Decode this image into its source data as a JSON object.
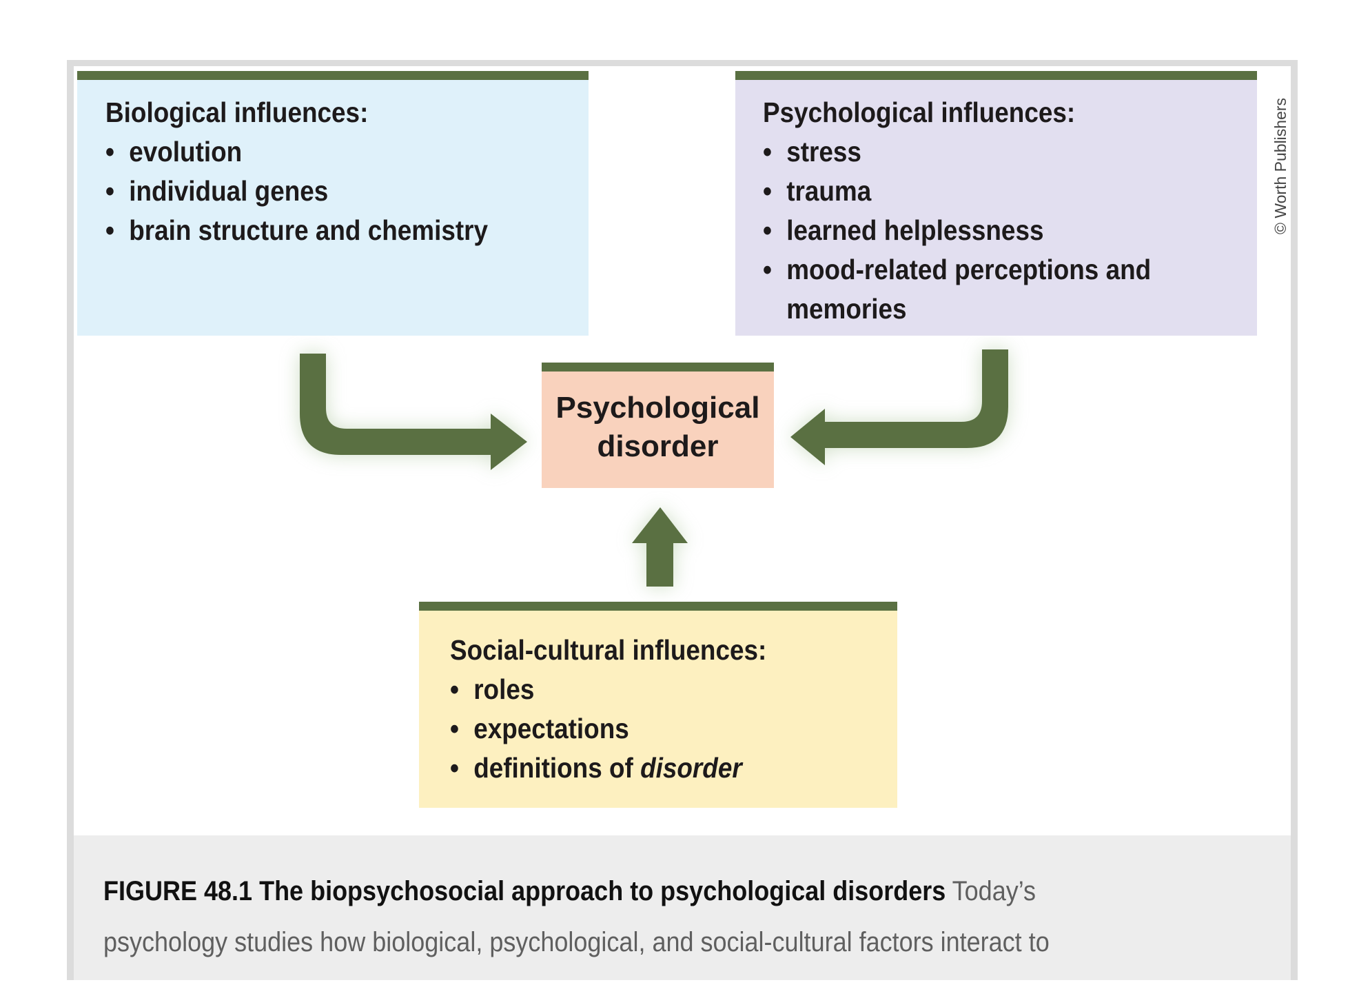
{
  "figure": {
    "boxes": {
      "biological": {
        "title": "Biological influences:",
        "bullet": "•",
        "items": [
          "evolution",
          "individual genes",
          "brain structure and chemistry"
        ]
      },
      "psychological": {
        "title": "Psychological influences:",
        "bullet": "•",
        "items": [
          "stress",
          "trauma",
          "learned helplessness",
          "mood-related perceptions and memories"
        ]
      },
      "center": {
        "line1": "Psychological",
        "line2": "disorder"
      },
      "social": {
        "title": "Social-cultural influences:",
        "bullet": "•",
        "items": [
          "roles",
          "expectations"
        ],
        "last_item_prefix": "definitions of ",
        "last_item_italic": "disorder"
      }
    },
    "arrows": [
      {
        "from": "biological",
        "to": "center"
      },
      {
        "from": "psychological",
        "to": "center"
      },
      {
        "from": "social",
        "to": "center"
      }
    ],
    "copyright": "© Worth Publishers",
    "colors": {
      "accent_green": "#5a7042",
      "biological_fill": "#dff1fa",
      "psychological_fill": "#e2dff0",
      "center_fill": "#f9d2bd",
      "social_fill": "#fdf0c0"
    }
  },
  "caption": {
    "label": "FIGURE 48.1 The biopsychosocial approach to psychological disorders",
    "text_line1": " Today’s",
    "text_line2": "psychology studies how biological, psychological, and social-cultural factors interact to"
  }
}
